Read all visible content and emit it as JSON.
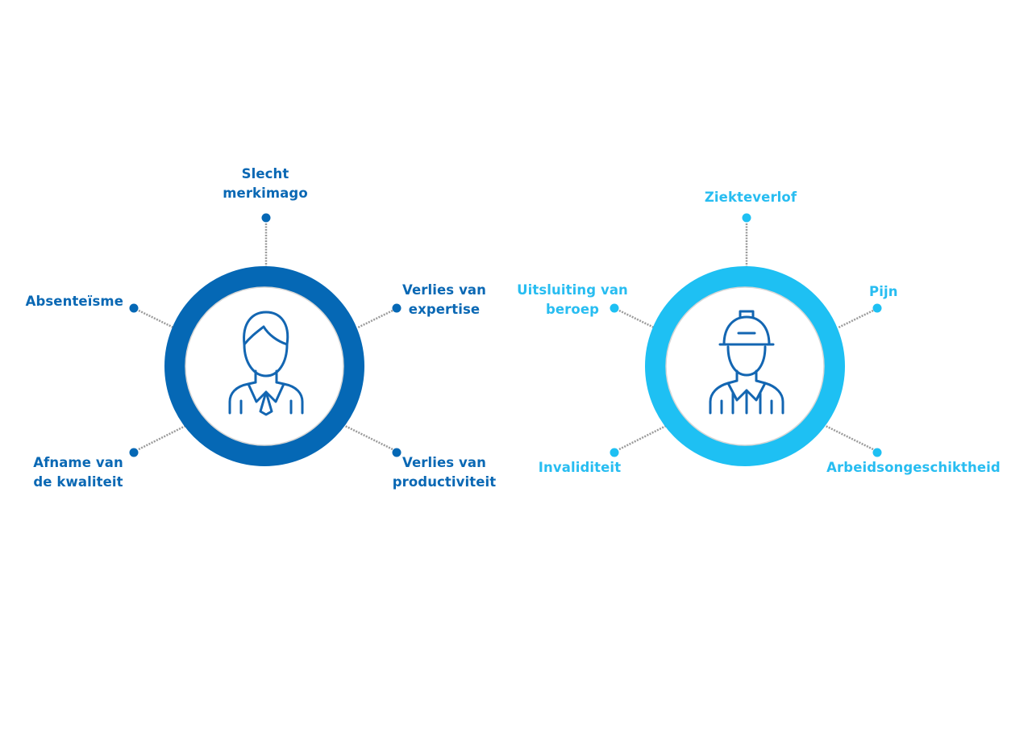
{
  "colors": {
    "employer": "#0568b5",
    "employee": "#1ec0f3",
    "icon": "#1366b2",
    "connector": "#9b9b9b"
  },
  "employer": {
    "icon": "businessperson-icon",
    "labels": {
      "top": [
        "Slecht",
        "merkimago"
      ],
      "left": [
        "Absenteïsme"
      ],
      "right": [
        "Verlies van",
        "expertise"
      ],
      "bottom_left": [
        "Afname van",
        "de kwaliteit"
      ],
      "bottom_right": [
        "Verlies van",
        "productiviteit"
      ]
    }
  },
  "employee": {
    "icon": "construction-worker-icon",
    "labels": {
      "top": [
        "Ziekteverlof"
      ],
      "left": [
        "Uitsluiting van",
        "beroep"
      ],
      "right": [
        "Pijn"
      ],
      "bottom_left": [
        "Invaliditeit"
      ],
      "bottom_right": [
        "Arbeidsongeschiktheid"
      ]
    }
  }
}
